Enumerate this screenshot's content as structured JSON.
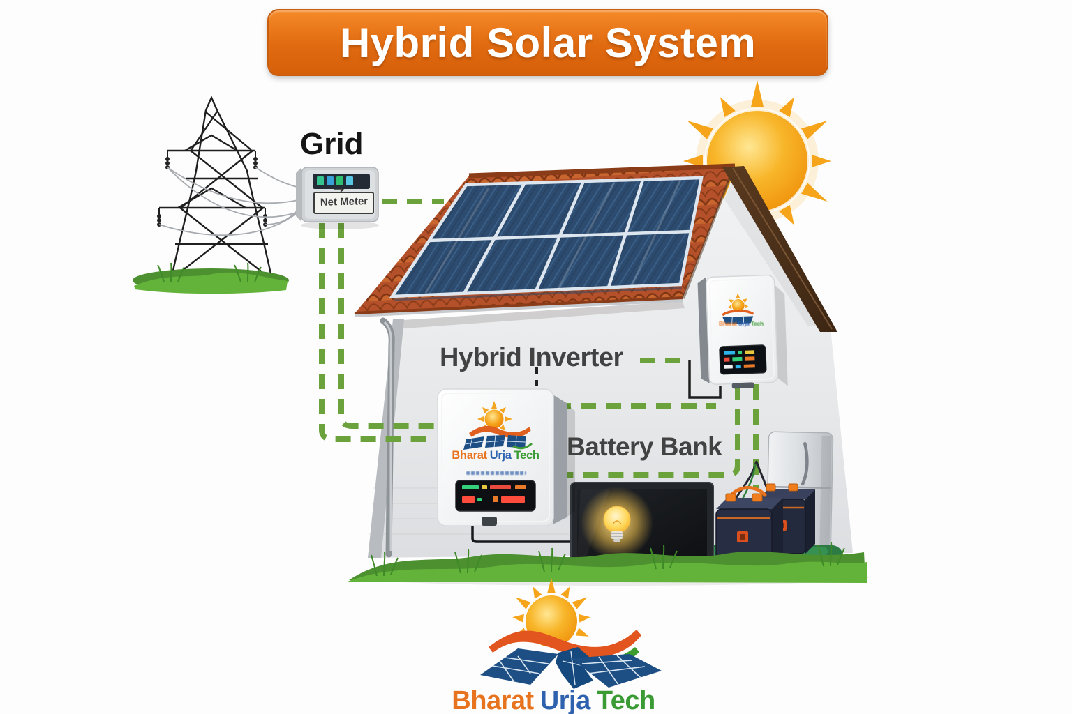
{
  "banner": {
    "title": "Hybrid Solar System",
    "background_color": "#e8701a",
    "text_color": "#ffffff"
  },
  "labels": {
    "grid": "Grid",
    "net_meter": "Net Meter",
    "hybrid_inverter": "Hybrid Inverter",
    "battery_bank": "Battery Bank"
  },
  "brand": {
    "bharat": "Bharat",
    "urja": "Urja",
    "tech": "Tech",
    "bharat_color": "#e8731e",
    "urja_color": "#2f62ae",
    "tech_color": "#3a9b35"
  },
  "theme": {
    "connection_dash_green": "#6ca23b",
    "roof_terracotta": "#b4512a",
    "solar_panel_blue": "#1f4066",
    "wall_gray": "#e9ebee",
    "sun_orange": "#f7a21b",
    "grass_green": "#54a231"
  },
  "icons": {
    "sun": "sun-icon",
    "transmission_tower": "transmission-tower-icon",
    "net_meter_device": "net-meter-device",
    "solar_array": "solar-panel-array",
    "hybrid_inverter_device": "hybrid-inverter-device",
    "wall_inverter_device": "wall-inverter-device",
    "battery_boxes": "battery-boxes",
    "tv": "tv-appliance",
    "refrigerator": "refrigerator-appliance",
    "light_bulb": "light-bulb-icon",
    "brand_logo": "bharat-urja-tech-logo"
  }
}
